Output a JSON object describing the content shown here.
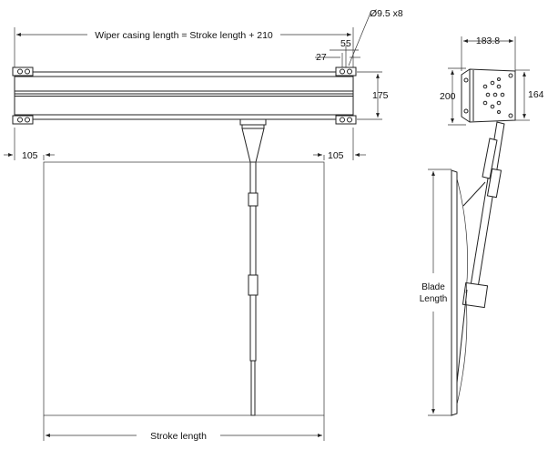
{
  "labels": {
    "casing_length": "Wiper casing length = Stroke length + 210",
    "hole_spec": "Ø9.5 x8",
    "dim_55": "55",
    "dim_27": "27",
    "dim_175": "175",
    "dim_105_left": "105",
    "dim_105_right": "105",
    "stroke_length": "Stroke length",
    "dim_183_8": "183.8",
    "dim_200": "200",
    "dim_164": "164",
    "blade_length_line1": "Blade",
    "blade_length_line2": "Length"
  }
}
